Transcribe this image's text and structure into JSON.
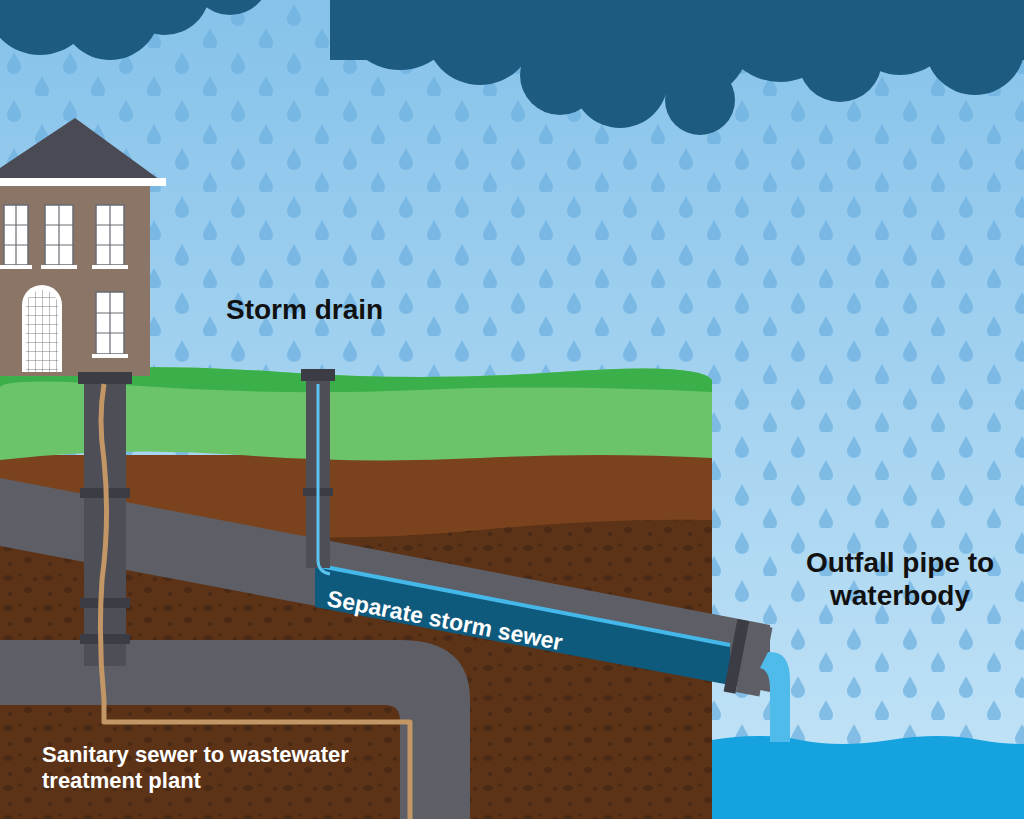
{
  "diagram": {
    "labels": [
      "Storm drain",
      "Outfall pipe to waterbody",
      "Separate storm sewer",
      "Sanitary sewer to wastewater treatment plant"
    ]
  }
}
